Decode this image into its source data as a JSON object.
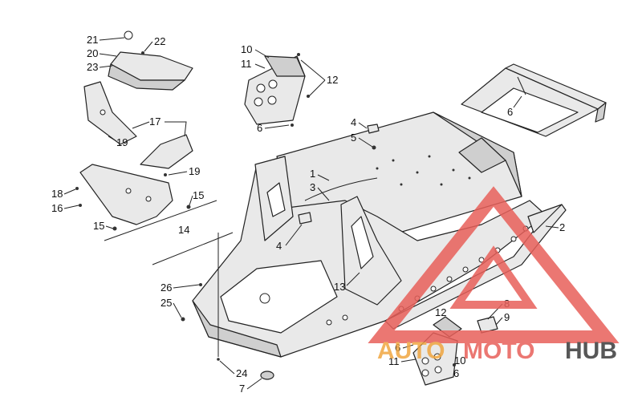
{
  "callouts": [
    {
      "id": "c21a",
      "text": "21"
    },
    {
      "id": "c20",
      "text": "20"
    },
    {
      "id": "c23",
      "text": "23"
    },
    {
      "id": "c22",
      "text": "22"
    },
    {
      "id": "c17",
      "text": "17"
    },
    {
      "id": "c19a",
      "text": "19"
    },
    {
      "id": "c19b",
      "text": "19"
    },
    {
      "id": "c18",
      "text": "18"
    },
    {
      "id": "c16",
      "text": "16"
    },
    {
      "id": "c15a",
      "text": "15"
    },
    {
      "id": "c15b",
      "text": "15"
    },
    {
      "id": "c14",
      "text": "14"
    },
    {
      "id": "c10a",
      "text": "10"
    },
    {
      "id": "c11a",
      "text": "11"
    },
    {
      "id": "c12a",
      "text": "12"
    },
    {
      "id": "c6a",
      "text": "6"
    },
    {
      "id": "c4a",
      "text": "4"
    },
    {
      "id": "c5",
      "text": "5"
    },
    {
      "id": "c6b",
      "text": "6"
    },
    {
      "id": "c1",
      "text": "1"
    },
    {
      "id": "c3",
      "text": "3"
    },
    {
      "id": "c4b",
      "text": "4"
    },
    {
      "id": "c2",
      "text": "2"
    },
    {
      "id": "c13",
      "text": "13"
    },
    {
      "id": "c26",
      "text": "26"
    },
    {
      "id": "c25",
      "text": "25"
    },
    {
      "id": "c12b",
      "text": "12"
    },
    {
      "id": "c8",
      "text": "8"
    },
    {
      "id": "c9",
      "text": "9"
    },
    {
      "id": "c6c",
      "text": "6"
    },
    {
      "id": "c11b",
      "text": "11"
    },
    {
      "id": "c10b",
      "text": "10"
    },
    {
      "id": "c6d",
      "text": "6"
    },
    {
      "id": "c24",
      "text": "24"
    },
    {
      "id": "c7",
      "text": "7"
    }
  ],
  "watermark": {
    "word_auto": "AUTO",
    "word_moto": "MOTO",
    "word_hub": "HUB",
    "colors": {
      "triangle": "#e8605a",
      "auto": "#f0a640",
      "hub": "#3a3a3a"
    }
  }
}
